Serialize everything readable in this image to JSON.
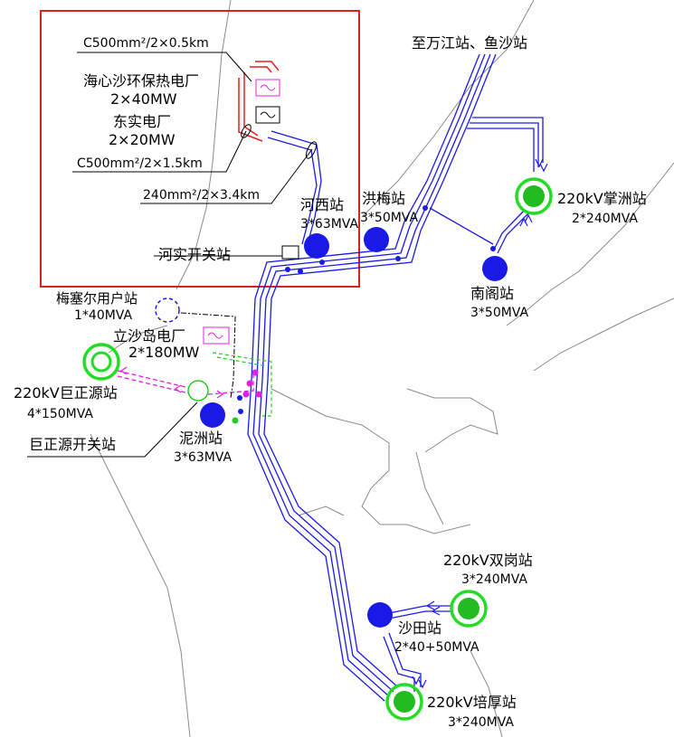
{
  "colors": {
    "line_110kv": "#1a1ae6",
    "station_110kv": "#1a1ae6",
    "station_220kv_ring": "#22dd22",
    "station_220kv_fill": "#22bb22",
    "highlight_box": "#e02020",
    "magenta_line": "#e020e0",
    "green_dash": "#22cc22",
    "coast": "#888888"
  },
  "stations": {
    "wanjiang": {
      "label": "至万江站、鱼沙站"
    },
    "haixinsha": {
      "name": "海心沙环保热电厂",
      "cap": "2×40MW"
    },
    "dongshi": {
      "name": "东实电厂",
      "cap": "2×20MW"
    },
    "hexi": {
      "name": "河西站",
      "cap": "3*63MVA"
    },
    "hongmei": {
      "name": "洪梅站",
      "cap": "3*50MVA"
    },
    "zhangzhou": {
      "name": "220kV掌洲站",
      "cap": "2*240MVA"
    },
    "nange": {
      "name": "南阁站",
      "cap": "3*50MVA"
    },
    "heshi": {
      "name": "河实开关站"
    },
    "meisaier": {
      "name": "梅塞尔用户站",
      "cap": "1*40MVA"
    },
    "lishadao": {
      "name": "立沙岛电厂",
      "cap": "2*180MW"
    },
    "juzhengyuan": {
      "name": "220kV巨正源站",
      "cap": "4*150MVA"
    },
    "nizhou": {
      "name": "泥洲站",
      "cap": "3*63MVA"
    },
    "juzhengyuan_switch": {
      "name": "巨正源开关站"
    },
    "shuanggang": {
      "name": "220kV双岗站",
      "cap": "3*240MVA"
    },
    "shatian": {
      "name": "沙田站",
      "cap": "2*40+50MVA"
    },
    "peihou": {
      "name": "220kV培厚站",
      "cap": "3*240MVA"
    }
  },
  "cables": {
    "c1": "C500mm²/2×0.5km",
    "c2": "C500mm²/2×1.5km",
    "c3": "240mm²/2×3.4km"
  }
}
